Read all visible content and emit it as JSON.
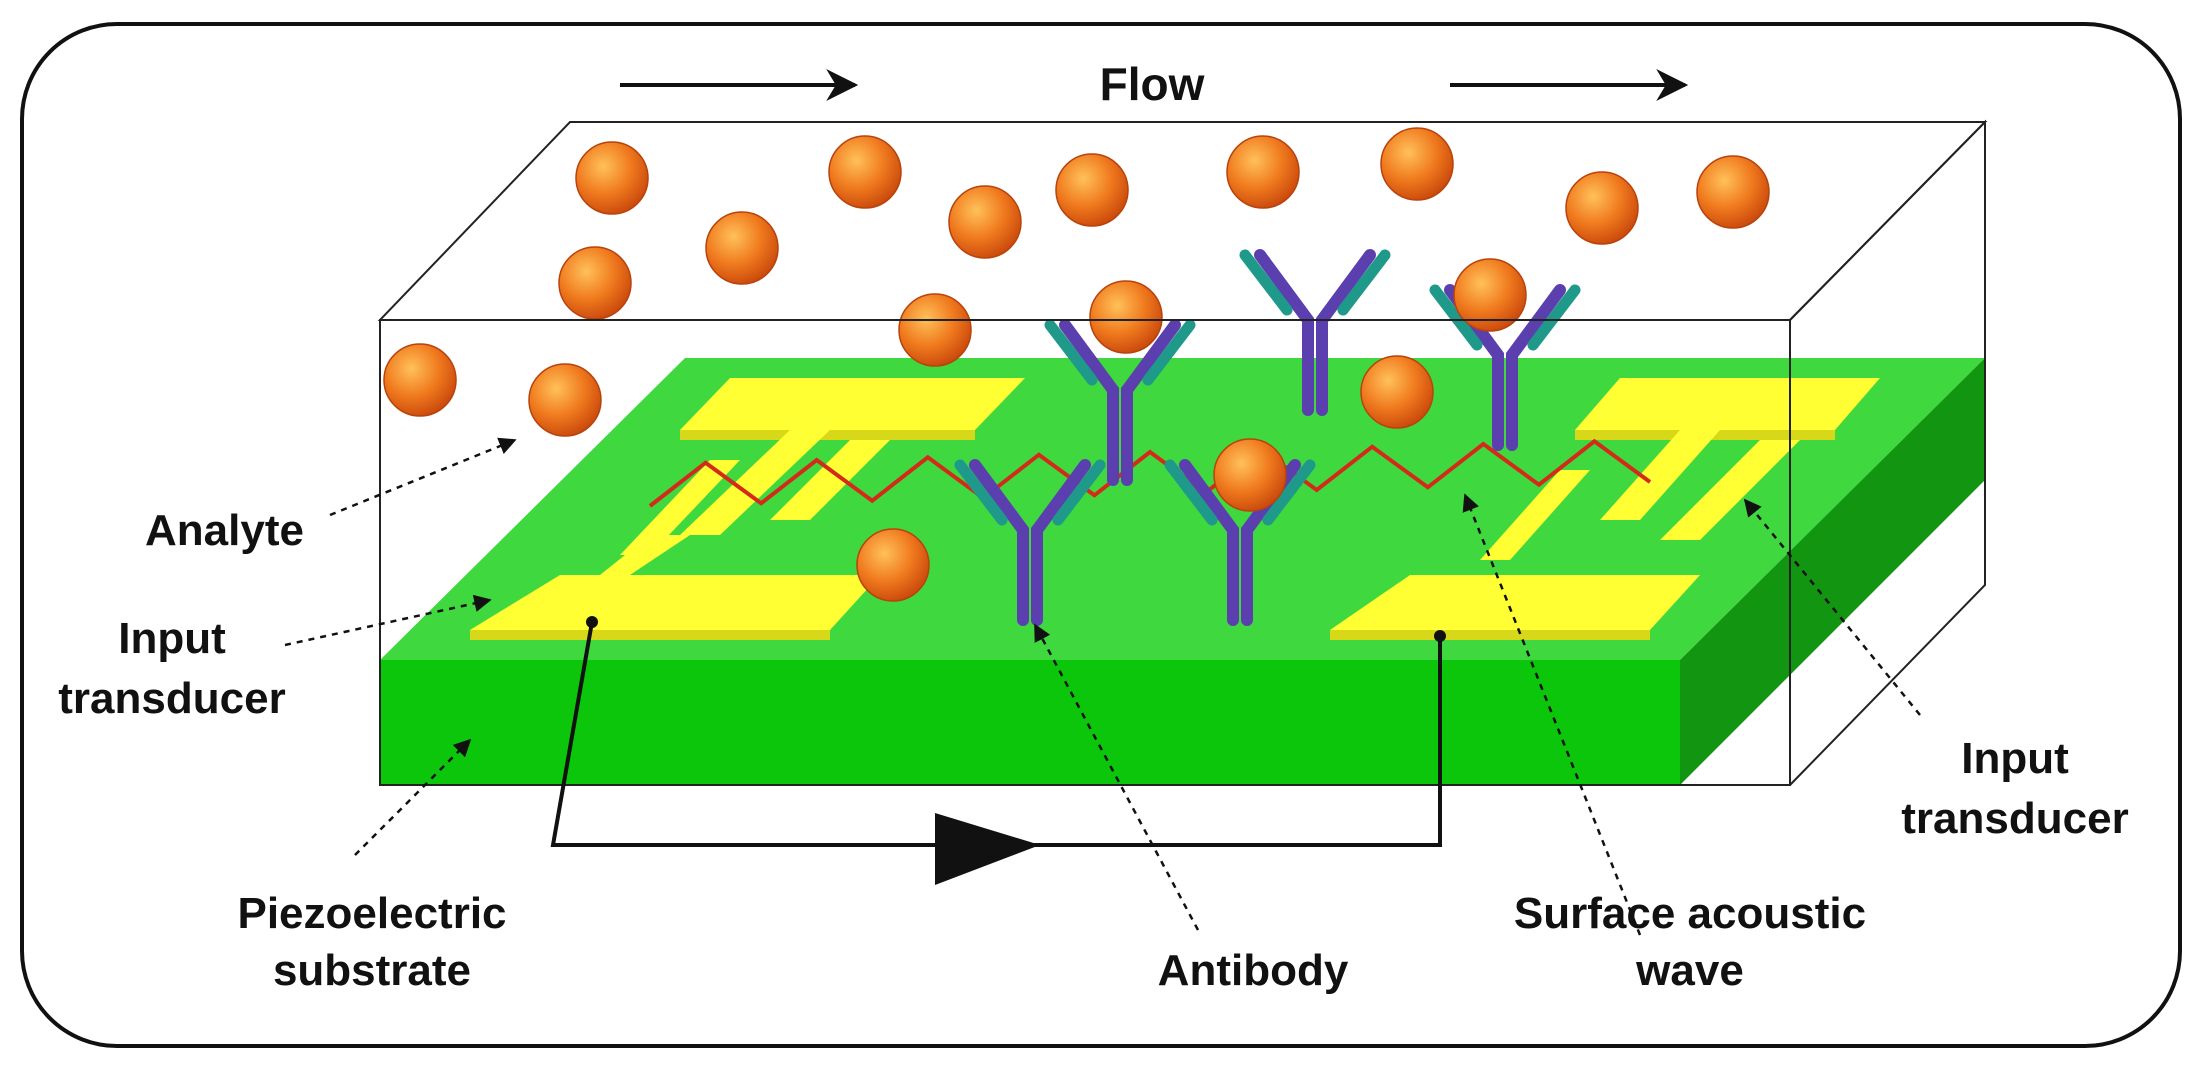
{
  "flow": {
    "label": "Flow"
  },
  "labels": {
    "analyte": "Analyte",
    "input_transducer_left": [
      "Input",
      "transducer"
    ],
    "piezoelectric_substrate": [
      "Piezoelectric",
      "substrate"
    ],
    "antibody": "Antibody",
    "surface_acoustic_wave": [
      "Surface acoustic",
      "wave"
    ],
    "input_transducer_right": [
      "Input",
      "transducer"
    ]
  },
  "colors": {
    "substrate_top": "#3fd93f",
    "substrate_front": "#0bc60b",
    "substrate_side": "#129612",
    "electrode": "#ffff33",
    "electrode_shade": "#d8d81a",
    "wave": "#d42a1a",
    "antibody_heavy": "#5b3fae",
    "antibody_light": "#1f9a8a",
    "analyte": "#f07a1e",
    "analyte_highlight": "#ffb04a",
    "frame": "#111111"
  },
  "icons": {
    "analyte": "orange-sphere",
    "antibody": "y-shaped-antibody",
    "flow_arrow": "right-arrow",
    "signal_arrow": "filled-triangle"
  }
}
